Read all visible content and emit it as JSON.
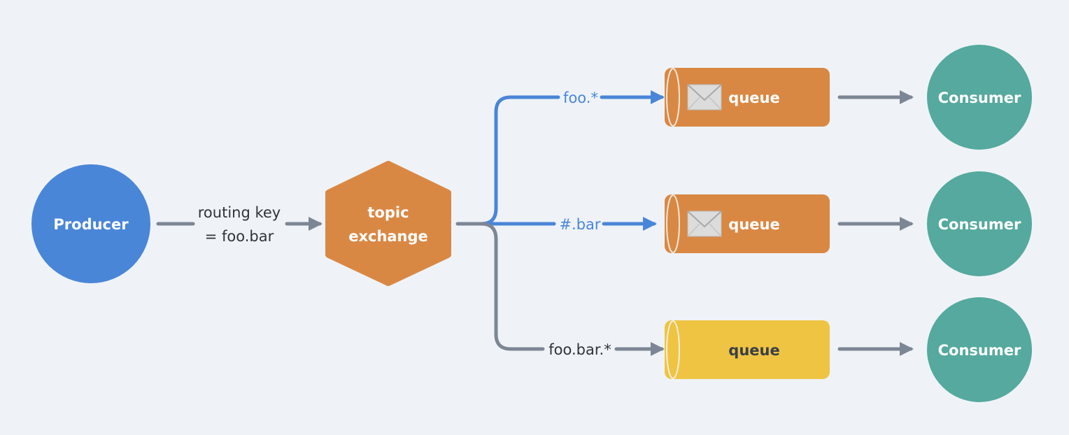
{
  "colors": {
    "background": "#eff3f7",
    "producer": "#4a86d8",
    "exchange": "#d98844",
    "queue_active": "#d98844",
    "queue_inactive": "#efc443",
    "consumer": "#55a99e",
    "arrow_gray": "#7c8694",
    "arrow_blue": "#4a86d8",
    "envelope": "#dcdcdc"
  },
  "producer": {
    "label": "Producer"
  },
  "routing_key": {
    "line1": "routing key",
    "line2": "= foo.bar"
  },
  "exchange": {
    "line1": "topic",
    "line2": "exchange"
  },
  "bindings": [
    {
      "pattern": "foo.*",
      "matched": true
    },
    {
      "pattern": "#.bar",
      "matched": true
    },
    {
      "pattern": "foo.bar.*",
      "matched": false
    }
  ],
  "queues": [
    {
      "label": "queue",
      "has_message": true,
      "icon": "envelope-icon"
    },
    {
      "label": "queue",
      "has_message": true,
      "icon": "envelope-icon"
    },
    {
      "label": "queue",
      "has_message": false
    }
  ],
  "consumers": [
    {
      "label": "Consumer"
    },
    {
      "label": "Consumer"
    },
    {
      "label": "Consumer"
    }
  ]
}
